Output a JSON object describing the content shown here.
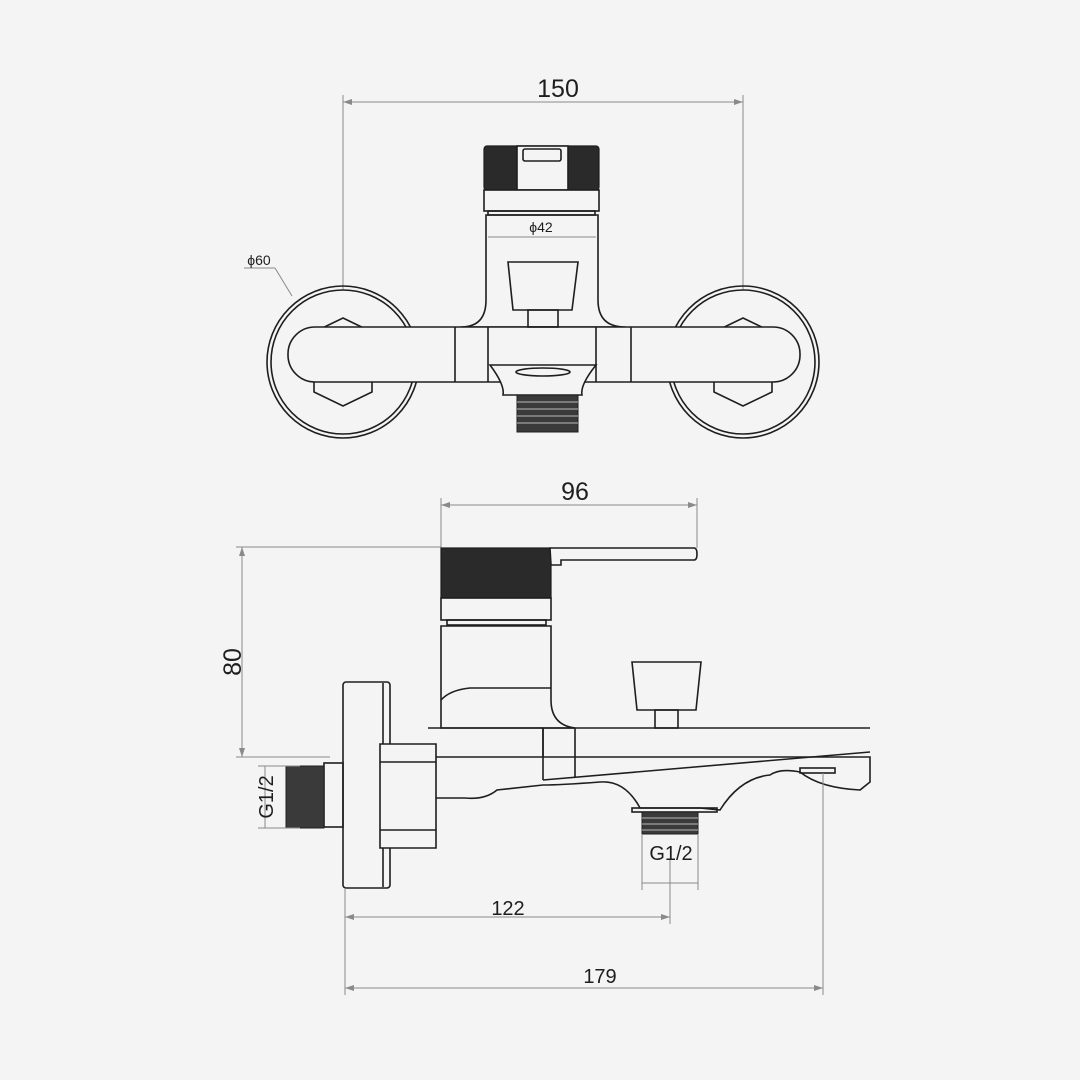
{
  "top_view": {
    "width_dim": "150",
    "body_diameter": "ϕ42",
    "rosette_diameter": "ϕ60"
  },
  "side_view": {
    "lever_length_dim": "96",
    "height_dim": "80",
    "inlet_thread": "G1/2",
    "outlet_thread": "G1/2",
    "outlet_distance_dim": "122",
    "total_length_dim": "179"
  },
  "colors": {
    "background": "#f4f4f4",
    "line": "#1e1e1e",
    "dimension": "#8a8a8a"
  }
}
